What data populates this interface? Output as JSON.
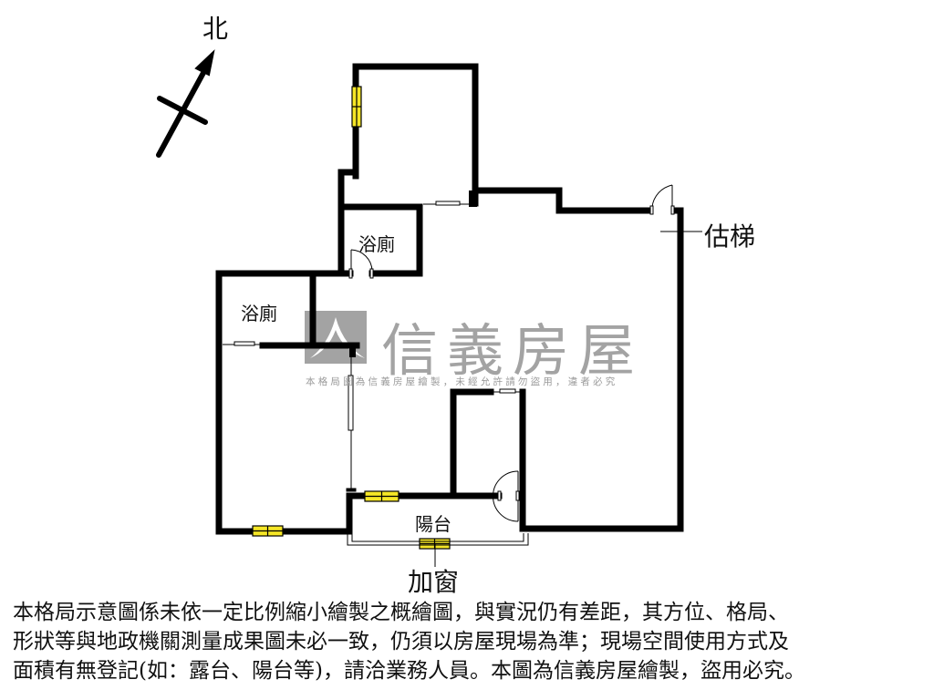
{
  "compass": {
    "north_label": "北",
    "icon": "north-arrow-icon"
  },
  "rooms": [
    {
      "id": "bathroom-1",
      "label": "浴廁"
    },
    {
      "id": "bathroom-2",
      "label": "浴廁"
    },
    {
      "id": "balcony",
      "label": "陽台"
    }
  ],
  "annotations": {
    "elevator_label": "估梯",
    "added_window_label": "加窗"
  },
  "watermark": {
    "brand": "信義房屋",
    "notice": "本格局圖為信義房屋繪製，未經允許請勿盜用，違者必究",
    "logo_icon": "sinyi-logo-icon"
  },
  "disclaimer": {
    "lines": [
      "本格局示意圖係未依一定比例縮小繪製之概繪圖，與實況仍有差距，其方位、格局、",
      "形狀等與地政機關測量成果圖未必一致，仍須以房屋現場為準；現場空間使用方式及",
      "面積有無登記(如：露台、陽台等)，請洽業務人員。本圖為信義房屋繪製，盜用必究。"
    ]
  },
  "colors": {
    "wall": "#000000",
    "window_fill": "#f5e626",
    "watermark_gray": "#a3a3a3",
    "background": "#ffffff"
  }
}
